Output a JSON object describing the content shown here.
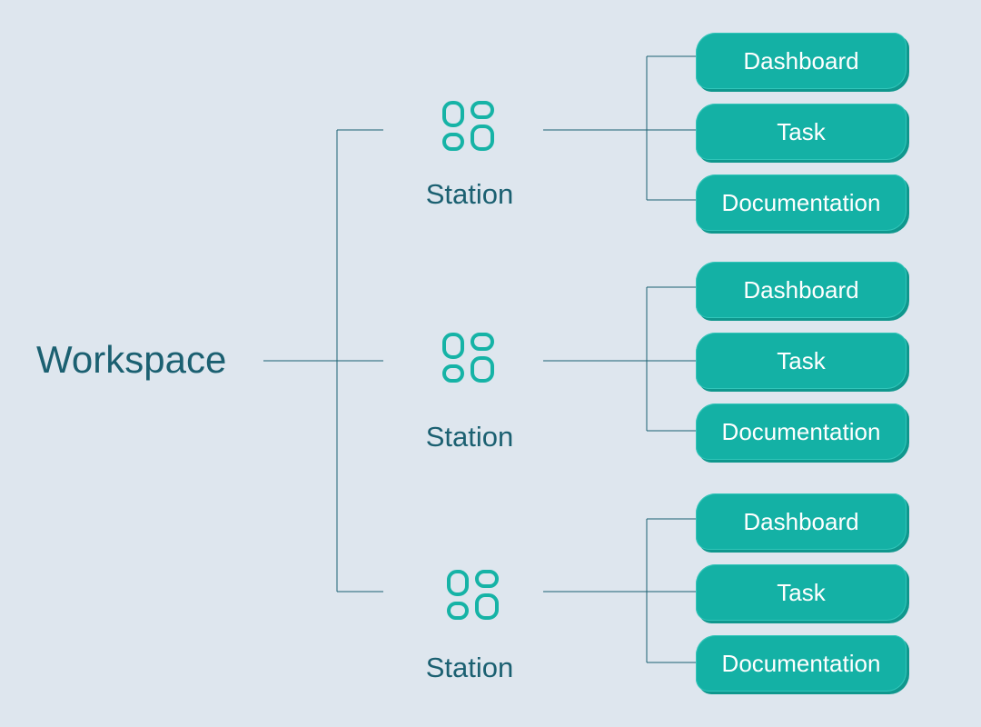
{
  "root": {
    "label": "Workspace"
  },
  "colors": {
    "background": "#dee6ee",
    "text": "#1b6071",
    "line": "#1b6071",
    "icon": "#16b3a6",
    "button": "#14b1a5",
    "button_text": "#ffffff"
  },
  "stations": [
    {
      "label": "Station",
      "icon": "apps-grid-icon",
      "modules": [
        {
          "label": "Dashboard"
        },
        {
          "label": "Task"
        },
        {
          "label": "Documentation"
        }
      ]
    },
    {
      "label": "Station",
      "icon": "apps-grid-icon",
      "modules": [
        {
          "label": "Dashboard"
        },
        {
          "label": "Task"
        },
        {
          "label": "Documentation"
        }
      ]
    },
    {
      "label": "Station",
      "icon": "apps-grid-icon",
      "modules": [
        {
          "label": "Dashboard"
        },
        {
          "label": "Task"
        },
        {
          "label": "Documentation"
        }
      ]
    }
  ]
}
